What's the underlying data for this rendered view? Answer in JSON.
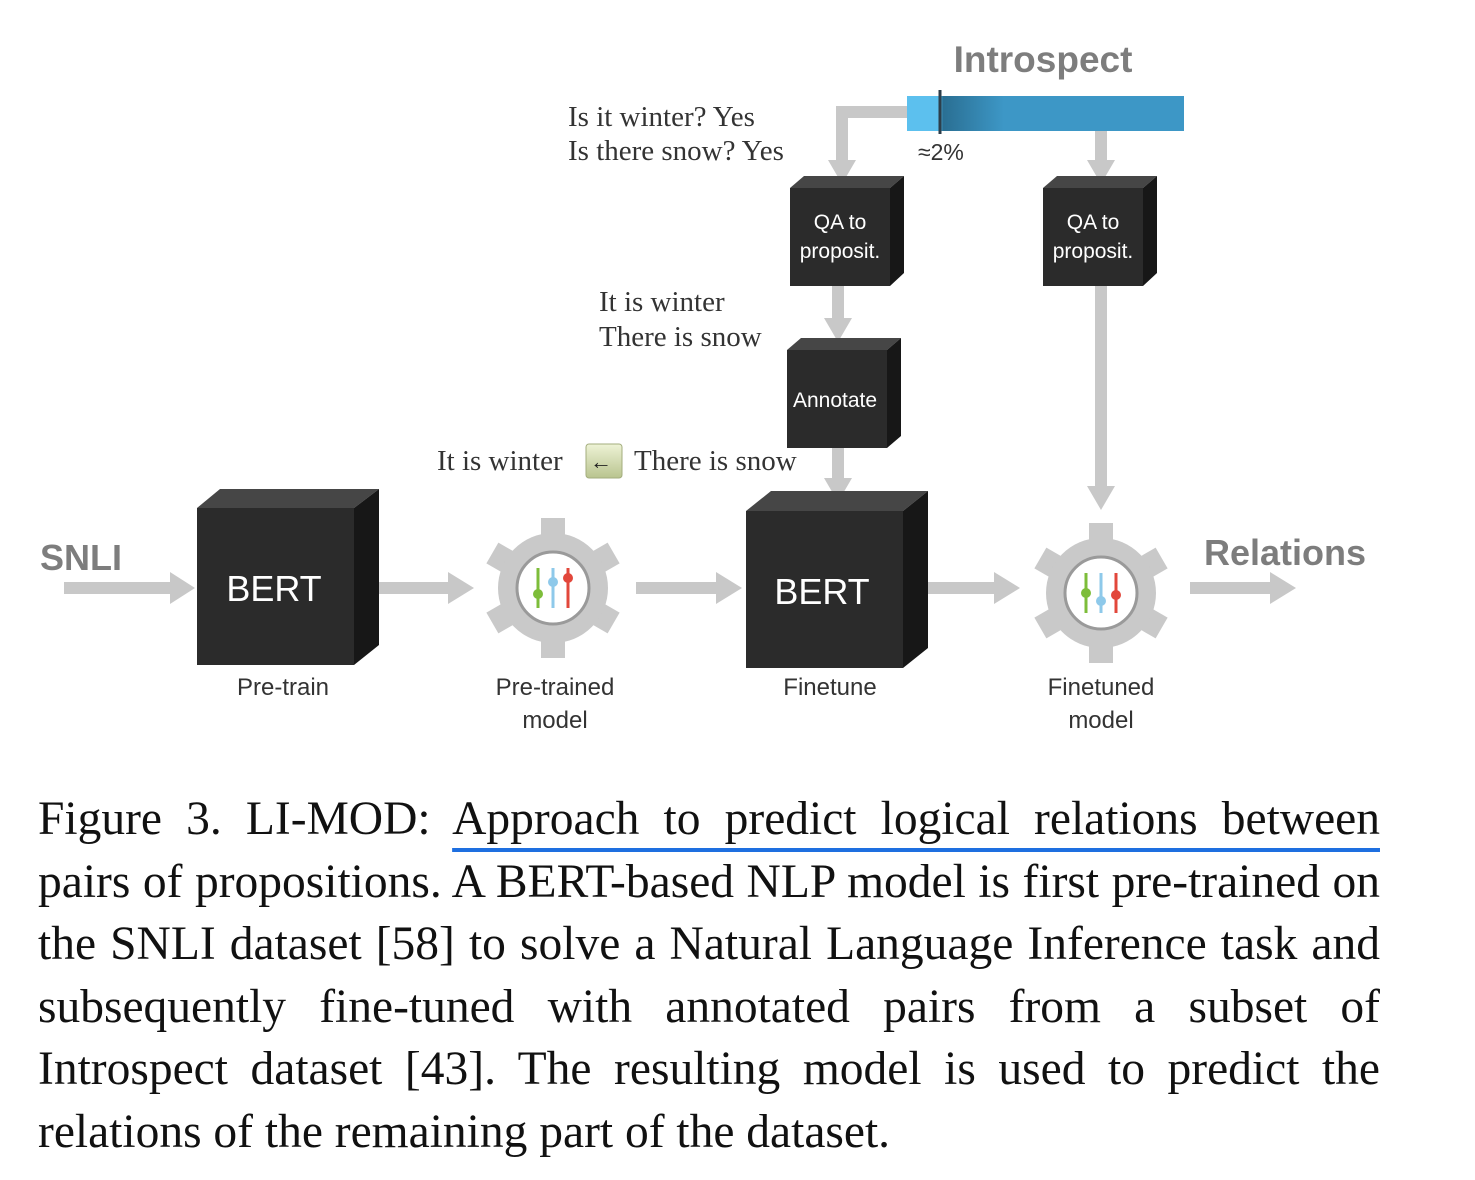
{
  "diagram": {
    "introspect_label": "Introspect",
    "percent_label": "≈2%",
    "qa_questions": [
      "Is it winter? Yes",
      "Is there snow? Yes"
    ],
    "qa_box_left": [
      "QA to",
      "proposit."
    ],
    "qa_box_right": [
      "QA to",
      "proposit."
    ],
    "propositions": [
      "It is winter",
      "There is snow"
    ],
    "annotate_label": "Annotate",
    "pair_left": "It is winter",
    "pair_right": "There is snow",
    "relation_symbol": "←",
    "snli_label": "SNLI",
    "bert_pretrain": "BERT",
    "bert_finetune": "BERT",
    "pretrain_caption": "Pre-train",
    "pretrained_model_caption": [
      "Pre-trained",
      "model"
    ],
    "finetune_caption": "Finetune",
    "finetuned_model_caption": [
      "Finetuned",
      "model"
    ],
    "relations_label": "Relations",
    "colors": {
      "arrow": "#c8c8c8",
      "box_front": "#2b2b2b",
      "box_side": "#171717",
      "gear": "#c9c9c9",
      "bar": "#3d97c6",
      "bar_highlight": "#5cc0ee",
      "label_gray": "#7d7d7d"
    }
  },
  "caption": {
    "prefix": "Figure 3. LI-MOD: ",
    "highlight": "Approach to predict logical relations between",
    "rest": " pairs of propositions.  A BERT-based NLP model is first pre-trained on the SNLI dataset [58] to solve a Natural Language Inference task and subsequently fine-tuned with annotated pairs from a subset of Introspect dataset [43].  The resulting model is used to predict the relations of the remaining part of the dataset."
  }
}
